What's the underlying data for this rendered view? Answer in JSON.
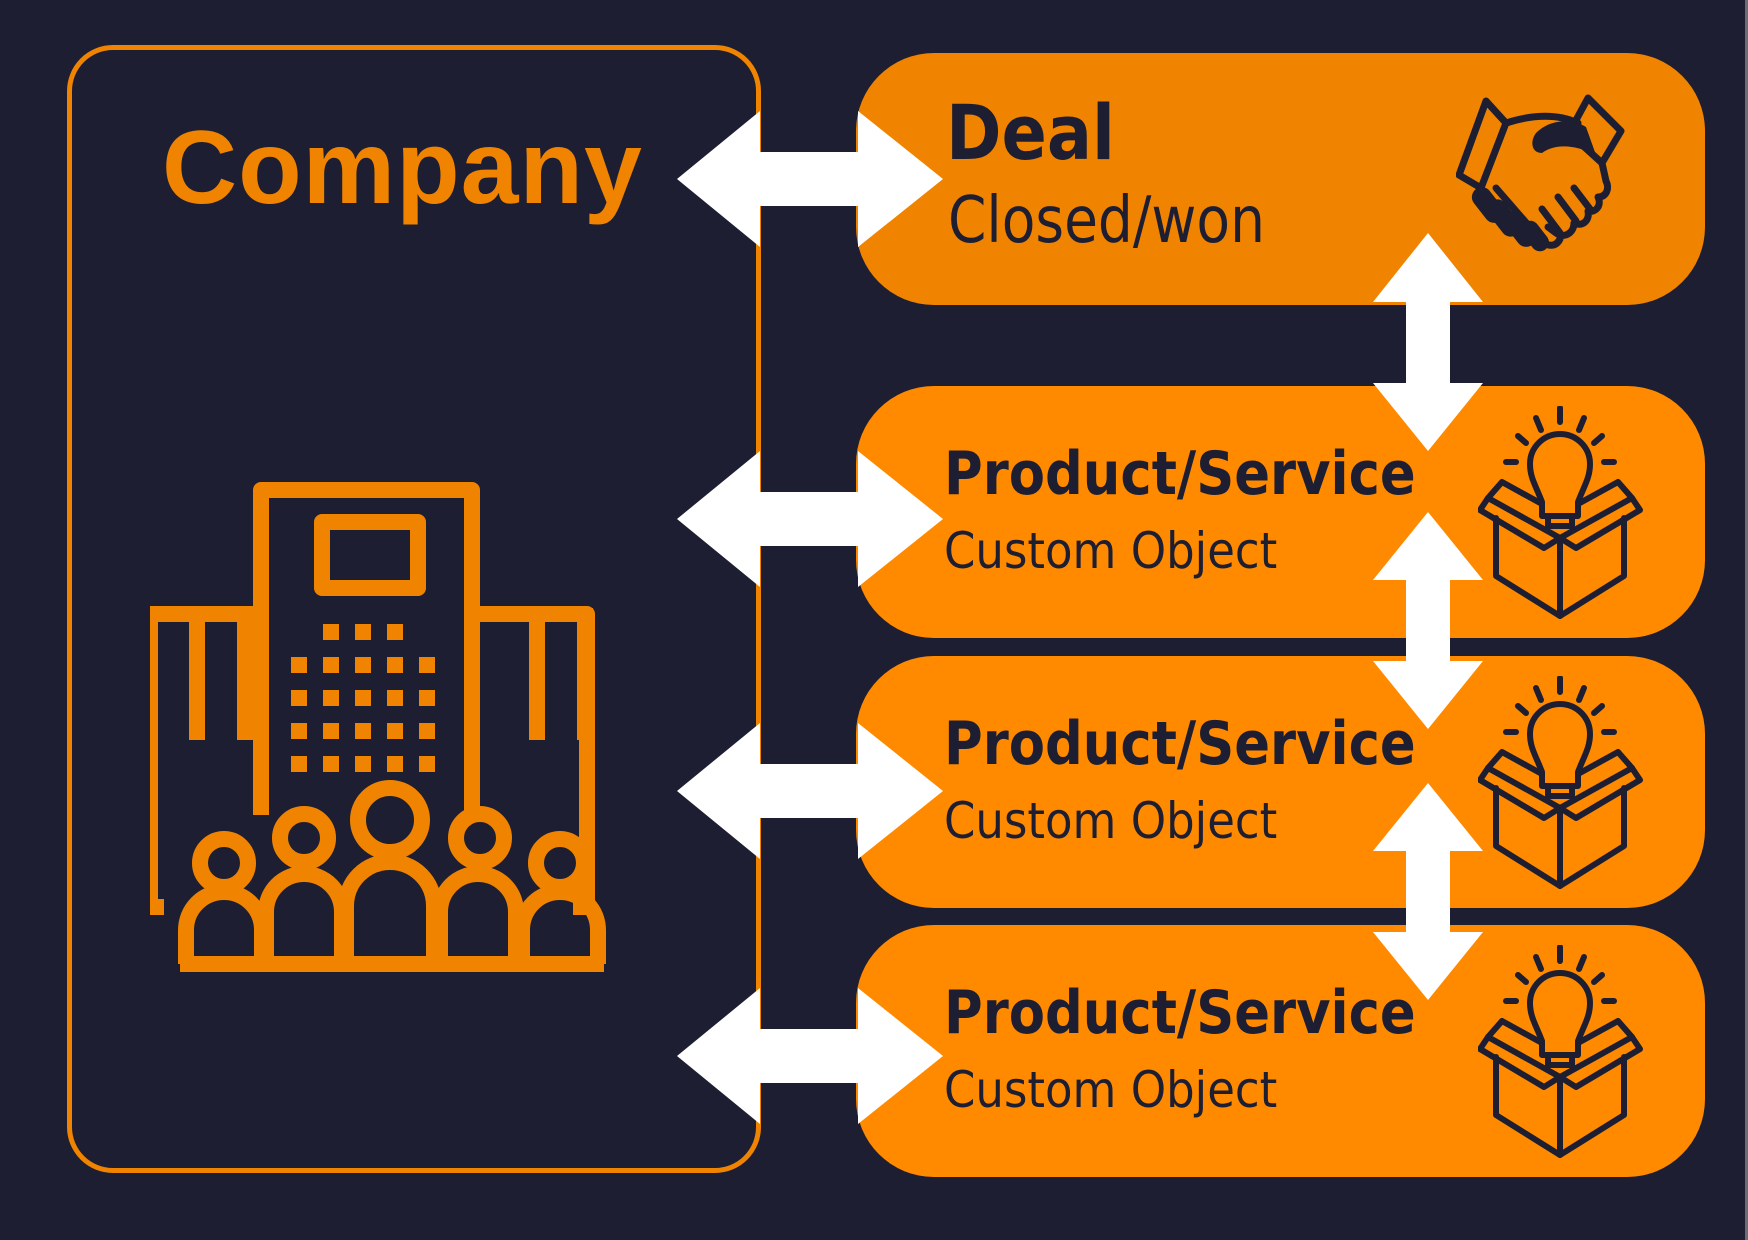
{
  "diagram": {
    "title": "Company to Deal and Product/Service associations",
    "colors": {
      "background": "#1d1e31",
      "accent_orange": "#f08400",
      "card_orange": "#ff8a00",
      "text_dark": "#1d1e31",
      "arrow": "#ffffff"
    },
    "company": {
      "label": "Company",
      "icon": "office-building-with-people-icon"
    },
    "deal": {
      "title": "Deal",
      "subtitle": "Closed/won",
      "icon": "handshake-icon"
    },
    "products": [
      {
        "title": "Product/Service",
        "subtitle": "Custom Object",
        "icon": "lightbulb-in-box-icon"
      },
      {
        "title": "Product/Service",
        "subtitle": "Custom Object",
        "icon": "lightbulb-in-box-icon"
      },
      {
        "title": "Product/Service",
        "subtitle": "Custom Object",
        "icon": "lightbulb-in-box-icon"
      }
    ],
    "connections": [
      {
        "from": "Company",
        "to": "Deal",
        "type": "bidirectional"
      },
      {
        "from": "Company",
        "to": "Product/Service 1",
        "type": "bidirectional"
      },
      {
        "from": "Company",
        "to": "Product/Service 2",
        "type": "bidirectional"
      },
      {
        "from": "Company",
        "to": "Product/Service 3",
        "type": "bidirectional"
      },
      {
        "from": "Deal",
        "to": "Product/Service 1",
        "type": "bidirectional"
      },
      {
        "from": "Product/Service 1",
        "to": "Product/Service 2",
        "type": "bidirectional"
      },
      {
        "from": "Product/Service 2",
        "to": "Product/Service 3",
        "type": "bidirectional"
      }
    ]
  }
}
